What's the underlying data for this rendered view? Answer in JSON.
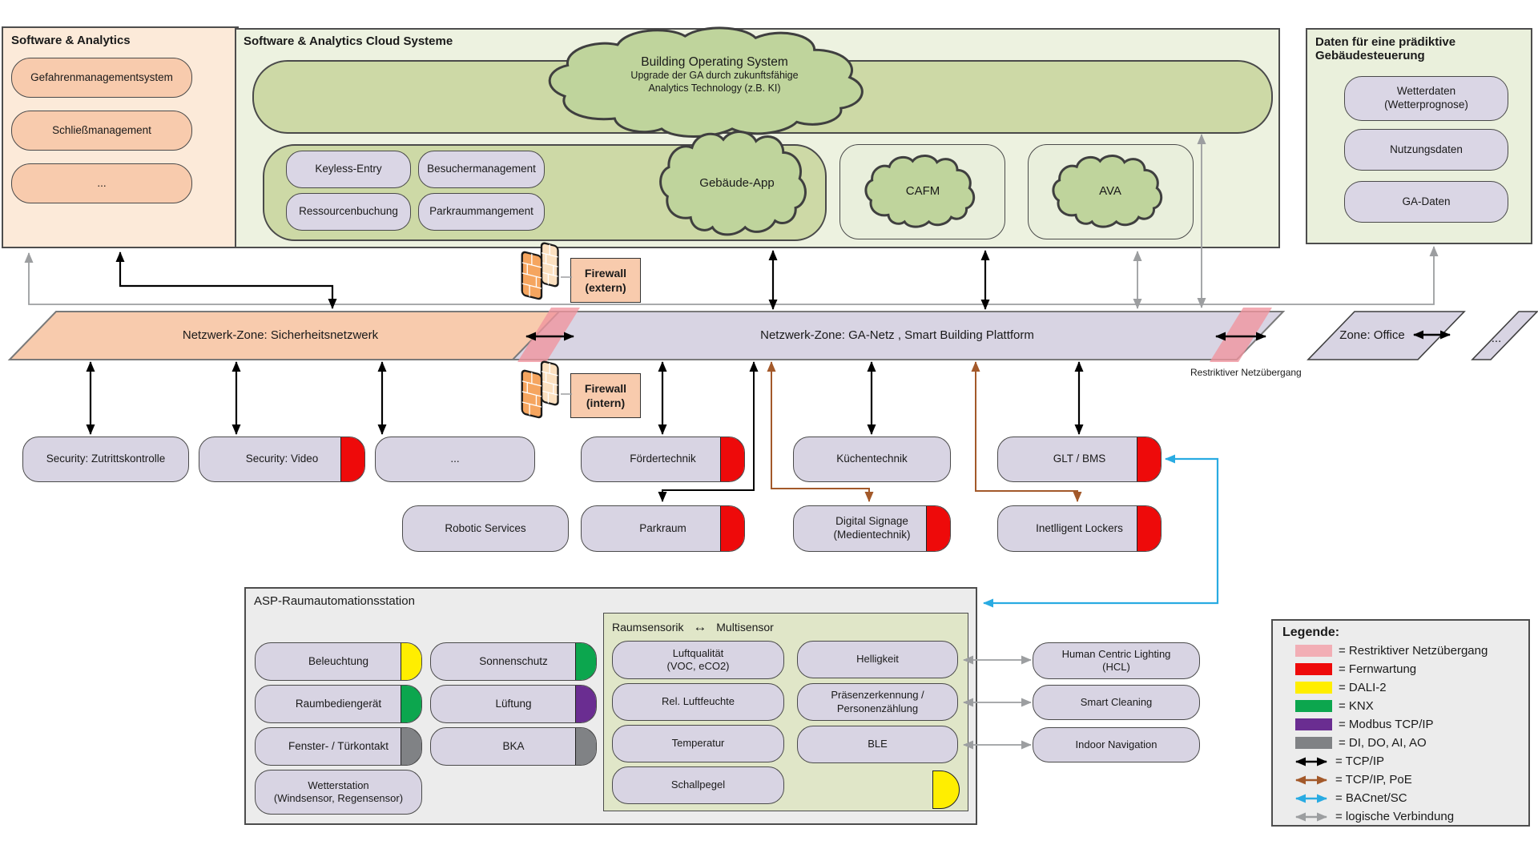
{
  "software_analytics_box": {
    "title": "Software & Analytics",
    "items": [
      "Gefahrenmanagementsystem",
      "Schließmanagement",
      "..."
    ]
  },
  "cloud_box": {
    "title": "Software & Analytics Cloud Systeme",
    "bos_cloud": {
      "line1": "Building Operating System",
      "line2": "Upgrade der GA durch zukunftsfähige",
      "line3": "Analytics Technology (z.B. KI)"
    },
    "apps": [
      "Keyless-Entry",
      "Besuchermanagement",
      "Ressourcenbuchung",
      "Parkraummangement"
    ],
    "gebaeude_app": "Gebäude-App",
    "cafm": "CAFM",
    "ava": "AVA"
  },
  "data_box": {
    "title_line1": "Daten für eine prädiktive",
    "title_line2": "Gebäudesteuerung",
    "items": [
      {
        "line1": "Wetterdaten",
        "line2": "(Wetterprognose)"
      },
      {
        "line1": "Nutzungsdaten",
        "line2": ""
      },
      {
        "line1": "GA-Daten",
        "line2": ""
      }
    ]
  },
  "zones": {
    "security": "Netzwerk-Zone: Sicherheitsnetzwerk",
    "ga": "Netzwerk-Zone: GA-Netz , Smart Building Plattform",
    "office": "Zone: Office",
    "more": "...",
    "crossing_label": "Restriktiver Netzübergang"
  },
  "firewalls": {
    "extern_line1": "Firewall",
    "extern_line2": "(extern)",
    "intern_line1": "Firewall",
    "intern_line2": "(intern)"
  },
  "devices": {
    "row1": [
      {
        "label": "Security: Zutrittskontrolle"
      },
      {
        "label": "Security: Video"
      },
      {
        "label": "..."
      },
      {
        "label": "Fördertechnik"
      },
      {
        "label": "Küchentechnik"
      },
      {
        "label": "GLT / BMS"
      }
    ],
    "row2": [
      {
        "label": "Robotic Services",
        "label2": ""
      },
      {
        "label": "Parkraum",
        "label2": ""
      },
      {
        "label": "Digital Signage",
        "label2": "(Medientechnik)"
      },
      {
        "label": "Inetlligent Lockers",
        "label2": ""
      }
    ]
  },
  "asp": {
    "title": "ASP-Raumautomationsstation",
    "pills": [
      {
        "label": "Beleuchtung"
      },
      {
        "label": "Sonnenschutz"
      },
      {
        "label": "Raumbediengerät"
      },
      {
        "label": "Lüftung"
      },
      {
        "label": "Fenster- / Türkontakt"
      },
      {
        "label": "BKA"
      },
      {
        "label": "Wetterstation",
        "label2": "(Windsensor, Regensensor)"
      }
    ]
  },
  "sensors": {
    "title_left": "Raumsensorik",
    "title_arrow": "↔",
    "title_right": "Multisensor",
    "left": [
      {
        "l1": "Luftqualität",
        "l2": "(VOC, eCO2)"
      },
      {
        "l1": "Rel. Luftfeuchte",
        "l2": ""
      },
      {
        "l1": "Temperatur",
        "l2": ""
      },
      {
        "l1": "Schallpegel",
        "l2": ""
      }
    ],
    "right": [
      {
        "l1": "Helligkeit",
        "l2": ""
      },
      {
        "l1": "Präsenzerkennung /",
        "l2": "Personenzählung"
      },
      {
        "l1": "BLE",
        "l2": ""
      }
    ]
  },
  "services": [
    {
      "l1": "Human Centric Lighting",
      "l2": "(HCL)"
    },
    {
      "l1": "Smart Cleaning",
      "l2": ""
    },
    {
      "l1": "Indoor Navigation",
      "l2": ""
    }
  ],
  "legend": {
    "title": "Legende:",
    "entries": [
      {
        "type": "swatch",
        "color": "#f2aeb5",
        "label": "= Restriktiver Netzübergang"
      },
      {
        "type": "swatch",
        "color": "#ee0a0a",
        "label": "= Fernwartung"
      },
      {
        "type": "swatch",
        "color": "#ffee00",
        "label": "= DALI-2"
      },
      {
        "type": "swatch",
        "color": "#0ca64e",
        "label": "= KNX"
      },
      {
        "type": "swatch",
        "color": "#6a2d91",
        "label": "= Modbus TCP/IP"
      },
      {
        "type": "swatch",
        "color": "#808285",
        "label": "= DI, DO, AI, AO"
      },
      {
        "type": "arrow",
        "color": "#000000",
        "label": "= TCP/IP"
      },
      {
        "type": "arrow",
        "color": "#a3592a",
        "label": "= TCP/IP, PoE"
      },
      {
        "type": "arrow",
        "color": "#29abe2",
        "label": "= BACnet/SC"
      },
      {
        "type": "arrow",
        "color": "#9c9ea0",
        "label": "= logische Verbindung"
      }
    ]
  },
  "colors": {
    "peach_box": "#fcead9",
    "peach_pill": "#f8cbad",
    "green_box": "#edf2e0",
    "green_fill": "#cdd9a6",
    "cloud_fill": "#bfd49c",
    "lavender": "#d8d4e3",
    "zone_security": "#f8cbad",
    "zone_ga": "#d8d4e3",
    "pink_crossing": "#f0939d",
    "red_remote": "#ee0a0a",
    "dali_yellow": "#ffee00",
    "knx_green": "#0ca64e",
    "modbus_purple": "#6a2d91",
    "io_gray": "#808285",
    "tcpip_black": "#000000",
    "poe_brown": "#a3592a",
    "bacnet_blue": "#29abe2",
    "logical_gray": "#9c9ea0"
  }
}
